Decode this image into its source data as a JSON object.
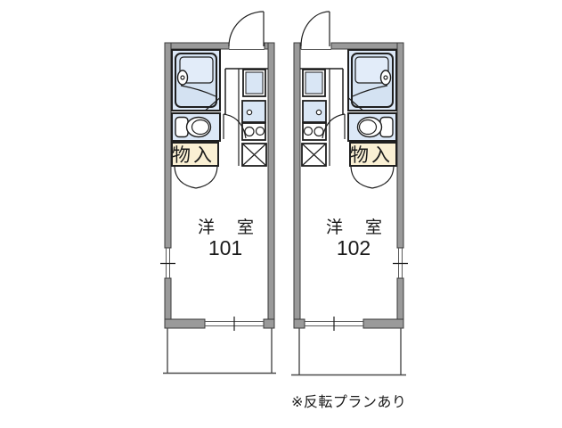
{
  "note": "※反転プランあり",
  "units": [
    {
      "room_label": "洋室",
      "room_number": "101",
      "storage_label": "物入"
    },
    {
      "room_label": "洋室",
      "room_number": "102",
      "storage_label": "物入"
    }
  ],
  "colors": {
    "wall-fill": "#9a9a9a",
    "wall-stroke": "#3a3a3a",
    "line": "#1f1f1f",
    "water-blue": "#dce8f7",
    "fixture-blue": "#d9e6f5",
    "tub-blue": "#d4e2f2",
    "tub-inner": "#e2ecf9",
    "storage-cream": "#faf0d4",
    "text": "#1a1a1a"
  }
}
